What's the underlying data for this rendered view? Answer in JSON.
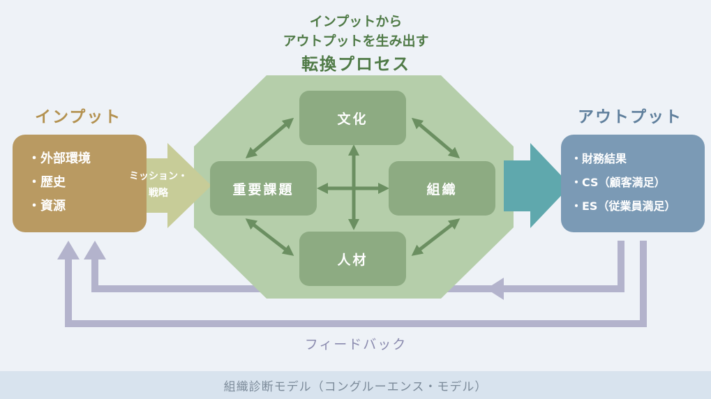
{
  "header": {
    "line1": "インプットから",
    "line2": "アウトプットを生み出す",
    "line3": "転換プロセス"
  },
  "input": {
    "title": "インプット",
    "items": [
      "・外部環境",
      "・歴史",
      "・資源"
    ]
  },
  "strategy_arrow": {
    "line1": "ミッション・",
    "line2": "戦略"
  },
  "process": {
    "nodes": {
      "top": "文化",
      "left": "重要課題",
      "right": "組織",
      "bottom": "人材"
    }
  },
  "output": {
    "title": "アウトプット",
    "items": [
      "・財務結果",
      "・CS（顧客満足）",
      "・ES（従業員満足）"
    ]
  },
  "feedback_label": "フィードバック",
  "footer": "組織診断モデル（コングルーエンス・モデル）",
  "colors": {
    "input_box": "#b99a62",
    "input_title": "#b3914f",
    "strategy_arrow": "#c7cc98",
    "process_octagon": "#b5ceaa",
    "process_node": "#8dab82",
    "node_arrows": "#6b8f61",
    "output_arrow": "#5fa8ad",
    "output_box": "#7b9ab5",
    "output_title": "#5f7f9c",
    "feedback_arrows": "#b3b3cc",
    "header_text": "#4f7a46",
    "footer_bg": "#d8e3ee"
  }
}
